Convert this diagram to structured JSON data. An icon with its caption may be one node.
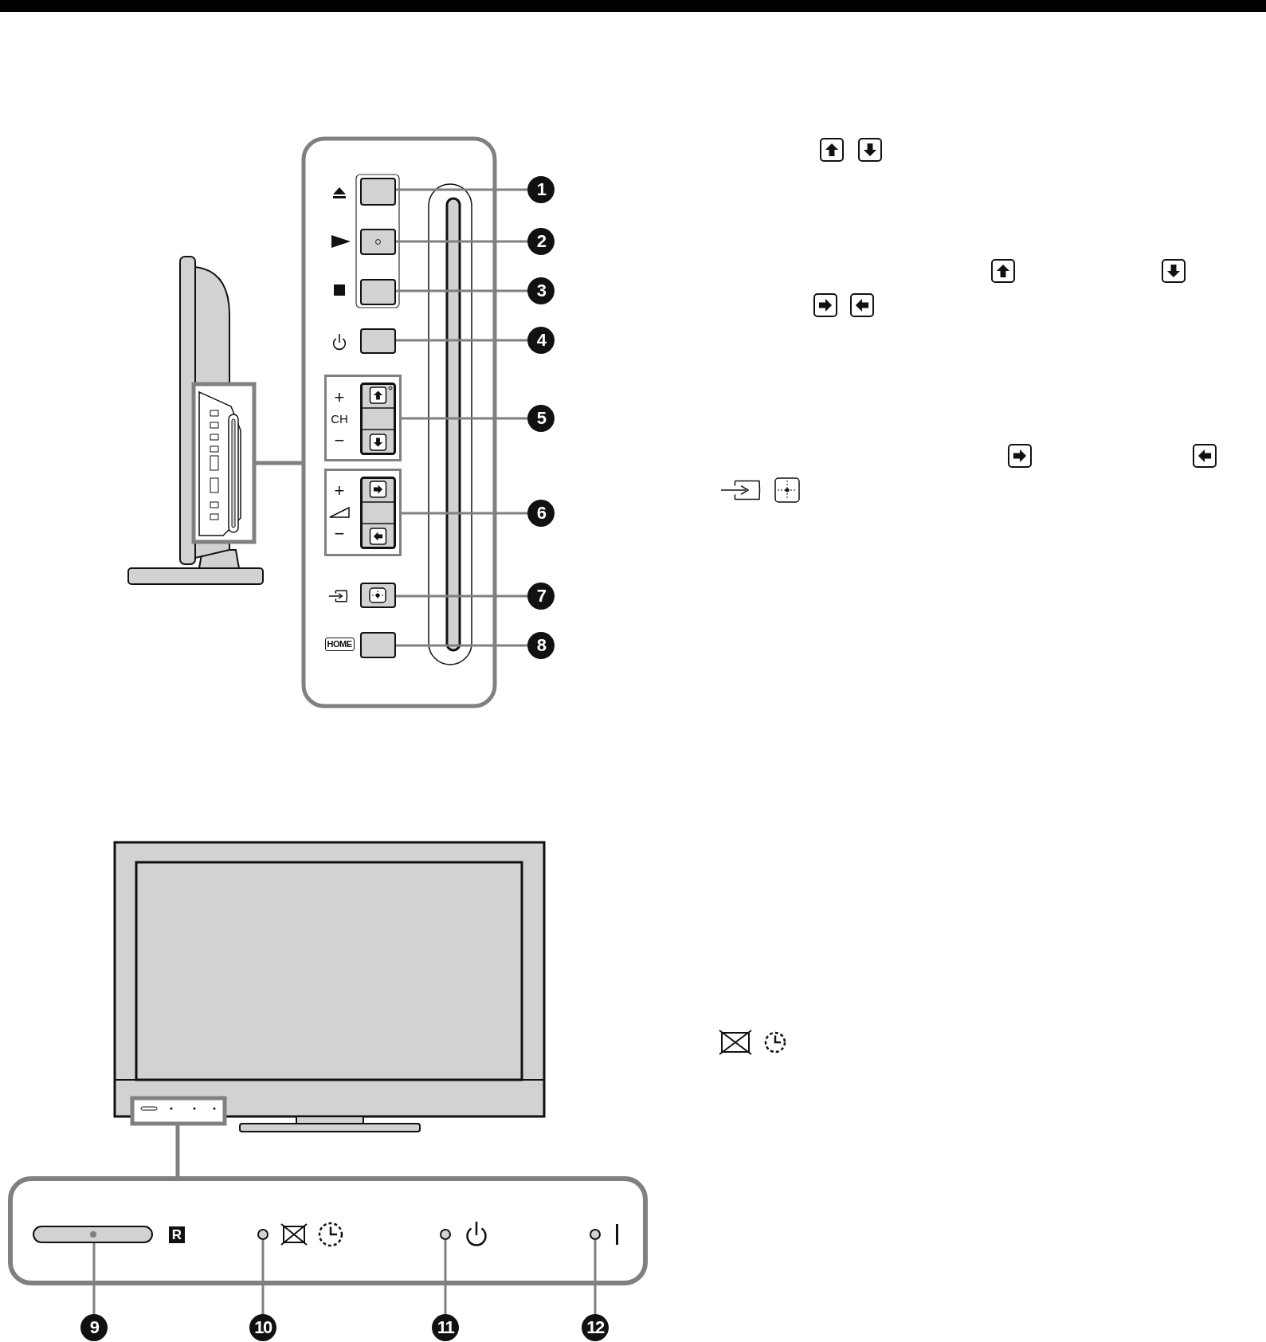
{
  "diagram": {
    "nodes": [
      {
        "text": [],
        "shape": "box"
      },
      {
        "text": [],
        "shape": "box"
      },
      {
        "text": [],
        "shape": "box"
      },
      {
        "text": [],
        "shape": "box"
      },
      {
        "text": [],
        "shape": "box"
      },
      {
        "text": [],
        "shape": "box"
      },
      {
        "text": [],
        "shape": "box"
      },
      {
        "text": [],
        "shape": "box"
      },
      {
        "text": [
          "1"
        ]
      },
      {
        "text": [
          "2"
        ]
      },
      {
        "text": [
          "3"
        ]
      },
      {
        "text": [
          "4"
        ]
      },
      {
        "text": [
          "5"
        ]
      },
      {
        "text": [
          "6"
        ]
      },
      {
        "text": [
          "7"
        ]
      },
      {
        "text": [
          "8"
        ]
      },
      {
        "text": [],
        "shape": "bar"
      },
      {
        "text": [],
        "shape": "circle"
      },
      {
        "text": [],
        "shape": "circle"
      },
      {
        "text": [],
        "shape": "circle"
      },
      {
        "text": [
          "9"
        ]
      },
      {
        "text": [
          "10"
        ]
      },
      {
        "text": [
          "11"
        ]
      },
      {
        "text": [
          "12"
        ]
      }
    ],
    "edges": [
      {
        "from": 8,
        "to": 0,
        "arrow": "none"
      },
      {
        "from": 9,
        "to": 1,
        "arrow": "none"
      },
      {
        "from": 10,
        "to": 2,
        "arrow": "none"
      },
      {
        "from": 11,
        "to": 3,
        "arrow": "none"
      },
      {
        "from": 12,
        "to": 4,
        "arrow": "none"
      },
      {
        "from": 13,
        "to": 5,
        "arrow": "none"
      },
      {
        "from": 14,
        "to": 6,
        "arrow": "none"
      },
      {
        "from": 15,
        "to": 7,
        "arrow": "none"
      },
      {
        "from": 20,
        "to": 16,
        "arrow": "none"
      },
      {
        "from": 21,
        "to": 17,
        "arrow": "none"
      },
      {
        "from": 22,
        "to": 18,
        "arrow": "none"
      },
      {
        "from": 23,
        "to": 19,
        "arrow": "none"
      }
    ],
    "labels": [
      "+",
      "CH",
      "−",
      "+",
      "−",
      "HOME",
      "R"
    ]
  }
}
